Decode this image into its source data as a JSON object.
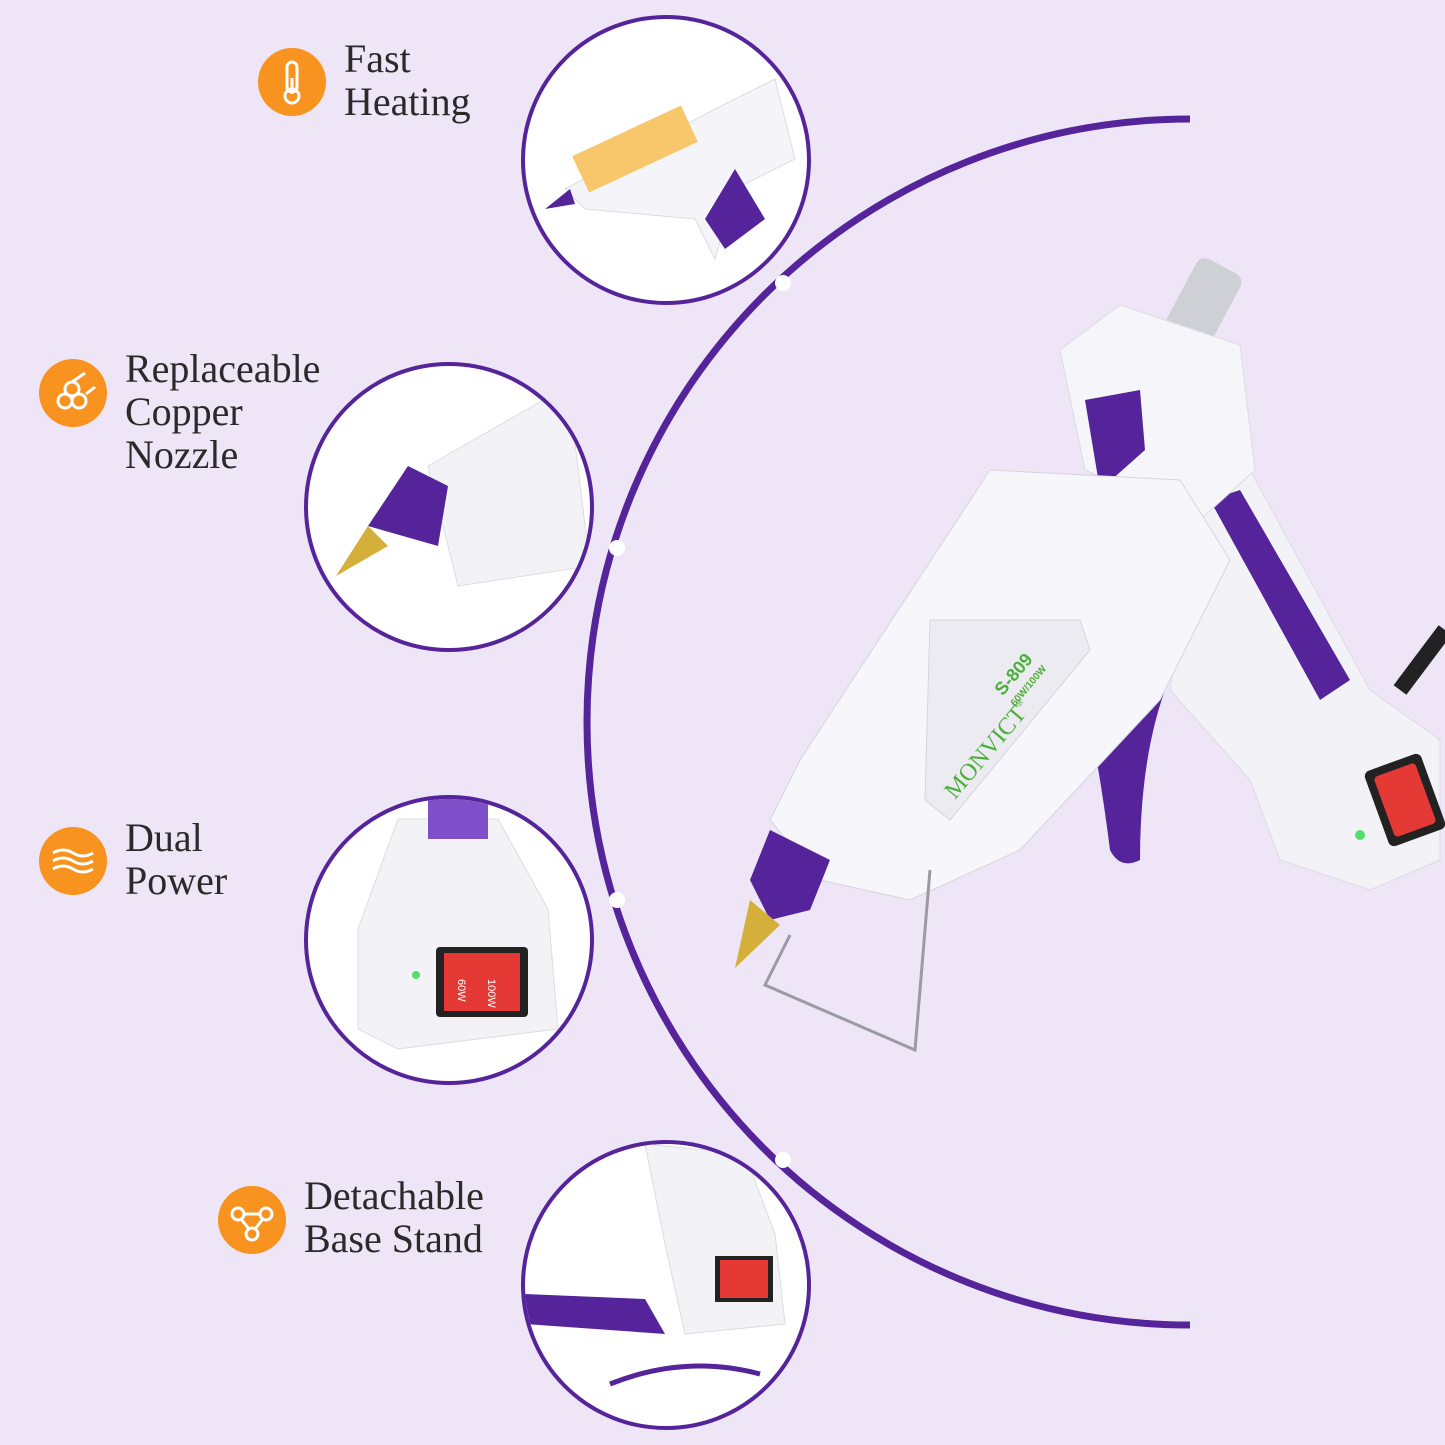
{
  "colors": {
    "background": "#EEE6F6",
    "accent_purple": "#55249A",
    "icon_orange": "#F7931E",
    "brand_green": "#4CAF3A"
  },
  "features": [
    {
      "icon": "thermometer-icon",
      "lines": [
        "Fast",
        "Heating"
      ]
    },
    {
      "icon": "glue-sticks-icon",
      "lines": [
        "Replaceable",
        "Copper",
        "Nozzle"
      ]
    },
    {
      "icon": "waves-icon",
      "lines": [
        "Dual",
        "Power"
      ]
    },
    {
      "icon": "nodes-icon",
      "lines": [
        "Detachable",
        "Base Stand"
      ]
    }
  ],
  "product": {
    "brand": "MONVICT",
    "registered": "®",
    "model": "S-809",
    "power": "60W/100W",
    "switch_low": "60W",
    "switch_high": "100W"
  }
}
